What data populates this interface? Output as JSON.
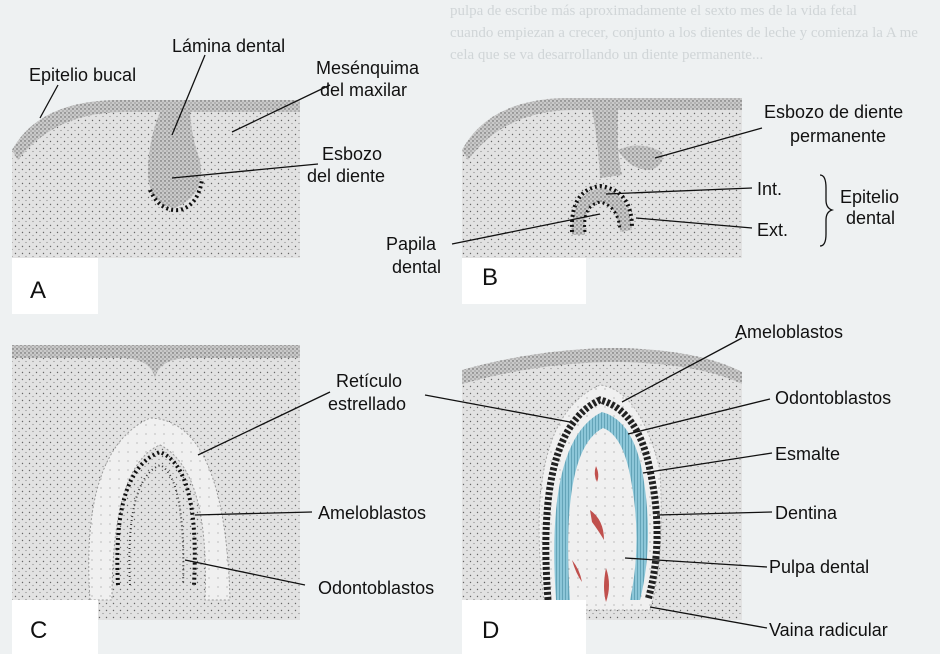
{
  "background_text": [
    "pulpa de escribe más aproximadamente el sexto mes de la vida fetal",
    "cuando empiezan a crecer, conjunto a los dientes de leche y comienza la A me",
    "cela que se va desarrollando un diente permanente..."
  ],
  "panels": [
    {
      "id": "A",
      "letter": "A"
    },
    {
      "id": "B",
      "letter": "B"
    },
    {
      "id": "C",
      "letter": "C"
    },
    {
      "id": "D",
      "letter": "D"
    }
  ],
  "labels": {
    "lamina_dental": "Lámina dental",
    "epitelio_bucal": "Epitelio bucal",
    "mesenquima_1": "Mesénquima",
    "mesenquima_2": "del maxilar",
    "esbozo_1": "Esbozo",
    "esbozo_2": "del diente",
    "esbozo_perm_1": "Esbozo de diente",
    "esbozo_perm_2": "permanente",
    "int": "Int.",
    "ext": "Ext.",
    "epitelio_dental_1": "Epitelio",
    "epitelio_dental_2": "dental",
    "papila_1": "Papila",
    "papila_2": "dental",
    "reticulo_1": "Retículo",
    "reticulo_2": "estrellado",
    "ameloblastos_c": "Ameloblastos",
    "odontoblastos_c": "Odontoblastos",
    "ameloblastos_d": "Ameloblastos",
    "odontoblastos_d": "Odontoblastos",
    "esmalte": "Esmalte",
    "dentina": "Dentina",
    "pulpa": "Pulpa dental",
    "vaina": "Vaina radicular"
  },
  "colors": {
    "tissue": "#dcdcdc",
    "stipple": "#777777",
    "epithelium": "#bfbfbf",
    "enamel": "#8cc6d8",
    "dark_layer": "#3a3a3a",
    "vessel": "#c0504d",
    "panel_bg": "#ffffff"
  }
}
